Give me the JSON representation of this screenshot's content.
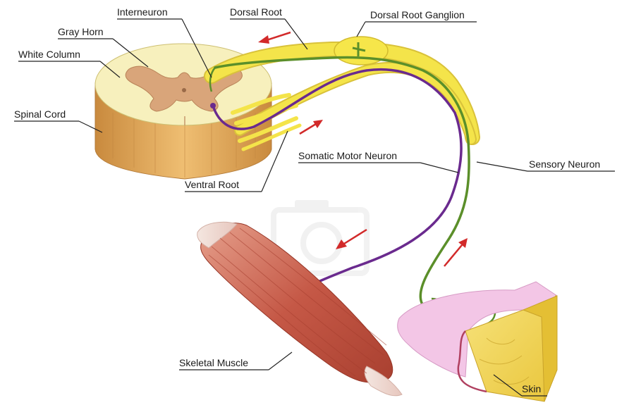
{
  "labels": {
    "interneuron": "Interneuron",
    "dorsal_root": "Dorsal Root",
    "dorsal_root_ganglion": "Dorsal Root Ganglion",
    "gray_horn": "Gray Horn",
    "white_column": "White Column",
    "spinal_cord": "Spinal Cord",
    "somatic_motor_neuron": "Somatic Motor Neuron",
    "sensory_neuron": "Sensory Neuron",
    "ventral_root": "Ventral Root",
    "skeletal_muscle": "Skeletal Muscle",
    "skin": "Skin"
  },
  "colors": {
    "white_matter": "#f6eeb4",
    "gray_matter": "#d9a57a",
    "cord_side": "#e3a85c",
    "nerve": "#f4e44a",
    "sensory_neuron": "#5b8f2a",
    "motor_neuron": "#6a2a8e",
    "arrow": "#d22a2a",
    "muscle": "#c85a48",
    "skin_pink": "#f3c6e6",
    "skin_fat": "#f1d24a"
  }
}
